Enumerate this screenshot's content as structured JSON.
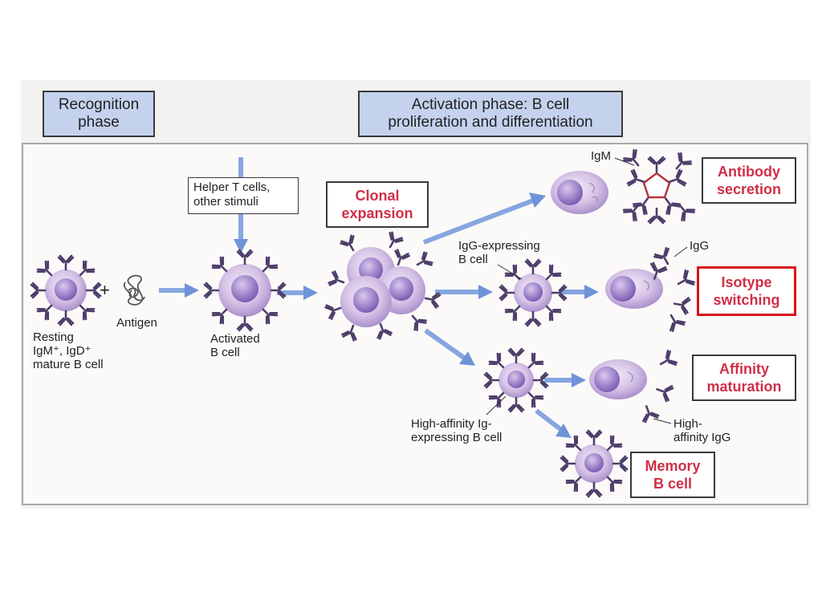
{
  "phases": {
    "recognition": [
      "Recognition",
      "phase"
    ],
    "activation": [
      "Activation phase: B cell",
      "proliferation and differentiation"
    ]
  },
  "stimuli_box": [
    "Helper T cells,",
    "other stimuli"
  ],
  "clonal_expansion": [
    "Clonal",
    "expansion"
  ],
  "outcomes": {
    "antibody_secretion": [
      "Antibody",
      "secretion"
    ],
    "isotype_switching": [
      "Isotype",
      "switching"
    ],
    "affinity_maturation": [
      "Affinity",
      "maturation"
    ],
    "memory_b_cell": [
      "Memory",
      "B cell"
    ]
  },
  "labels": {
    "resting": [
      "Resting",
      "IgM⁺, IgD⁺",
      "mature B cell"
    ],
    "plus": "+",
    "antigen": "Antigen",
    "activated": [
      "Activated",
      "B cell"
    ],
    "igm": "IgM",
    "igg_expressing": [
      "IgG-expressing",
      "B cell"
    ],
    "igg": "IgG",
    "high_affinity_cell": [
      "High-affinity Ig-",
      "expressing B cell"
    ],
    "high_affinity_igg": [
      "High-",
      "affinity IgG"
    ]
  },
  "colors": {
    "phase_fill": "#c4d2ee",
    "outcome_text": "#cf2f46",
    "arrow": "#86a6e0",
    "cell": "#c9b3df",
    "nucleus": "#8d6ec0",
    "antibody": "#4d3f6a"
  }
}
